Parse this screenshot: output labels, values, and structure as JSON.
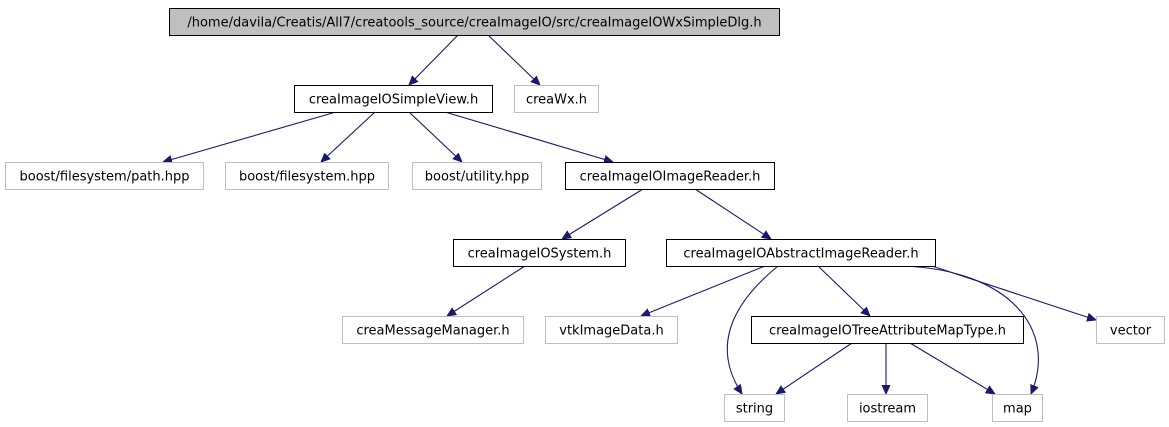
{
  "colors": {
    "root_fill": "#bfbfbf",
    "linked_border": "#000000",
    "external_border": "#bfbfbf",
    "edge": "#191970",
    "background": "#ffffff"
  },
  "nodes": {
    "root": {
      "label": "/home/davila/Creatis/All7/creatools_source/creaImageIO/src/creaImageIOWxSimpleDlg.h",
      "kind": "root"
    },
    "simple_view": {
      "label": "creaImageIOSimpleView.h",
      "kind": "linked"
    },
    "crea_wx": {
      "label": "creaWx.h",
      "kind": "external"
    },
    "path_hpp": {
      "label": "boost/filesystem/path.hpp",
      "kind": "external"
    },
    "filesystem_hpp": {
      "label": "boost/filesystem.hpp",
      "kind": "external"
    },
    "utility_hpp": {
      "label": "boost/utility.hpp",
      "kind": "external"
    },
    "image_reader": {
      "label": "creaImageIOImageReader.h",
      "kind": "linked"
    },
    "system_h": {
      "label": "creaImageIOSystem.h",
      "kind": "linked"
    },
    "abstract_reader": {
      "label": "creaImageIOAbstractImageReader.h",
      "kind": "linked"
    },
    "message_manager": {
      "label": "creaMessageManager.h",
      "kind": "external"
    },
    "vtk_image_data": {
      "label": "vtkImageData.h",
      "kind": "external"
    },
    "tree_attr_map": {
      "label": "creaImageIOTreeAttributeMapType.h",
      "kind": "linked"
    },
    "vector": {
      "label": "vector",
      "kind": "external"
    },
    "string": {
      "label": "string",
      "kind": "external"
    },
    "iostream": {
      "label": "iostream",
      "kind": "external"
    },
    "map": {
      "label": "map",
      "kind": "external"
    }
  },
  "edges": [
    {
      "from": "root",
      "to": "simple_view"
    },
    {
      "from": "root",
      "to": "crea_wx"
    },
    {
      "from": "simple_view",
      "to": "path_hpp"
    },
    {
      "from": "simple_view",
      "to": "filesystem_hpp"
    },
    {
      "from": "simple_view",
      "to": "utility_hpp"
    },
    {
      "from": "simple_view",
      "to": "image_reader"
    },
    {
      "from": "image_reader",
      "to": "system_h"
    },
    {
      "from": "image_reader",
      "to": "abstract_reader"
    },
    {
      "from": "system_h",
      "to": "message_manager"
    },
    {
      "from": "abstract_reader",
      "to": "vtk_image_data"
    },
    {
      "from": "abstract_reader",
      "to": "string"
    },
    {
      "from": "abstract_reader",
      "to": "tree_attr_map"
    },
    {
      "from": "abstract_reader",
      "to": "map"
    },
    {
      "from": "abstract_reader",
      "to": "vector"
    },
    {
      "from": "tree_attr_map",
      "to": "string"
    },
    {
      "from": "tree_attr_map",
      "to": "iostream"
    },
    {
      "from": "tree_attr_map",
      "to": "map"
    }
  ]
}
